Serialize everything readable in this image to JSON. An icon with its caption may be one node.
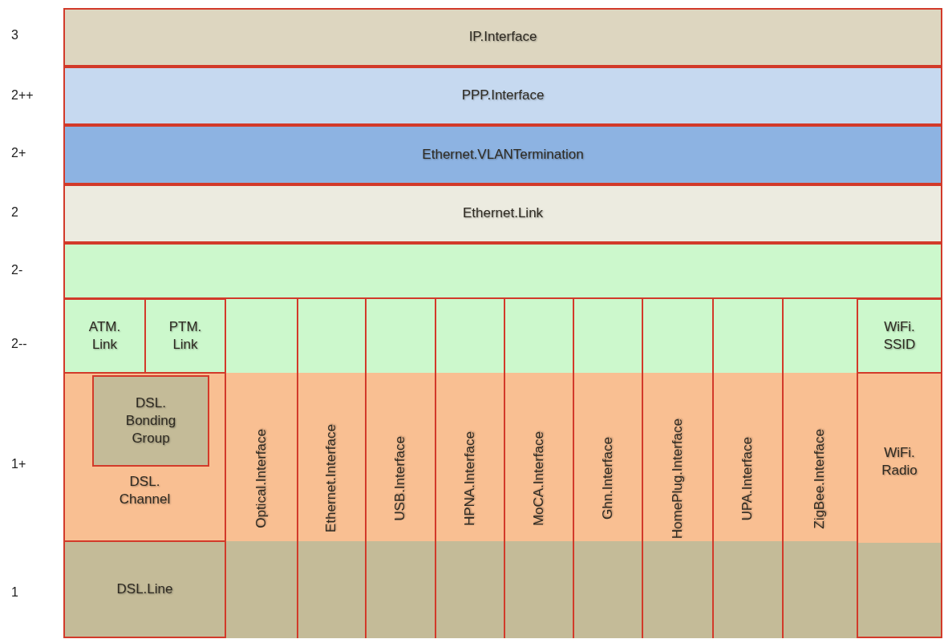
{
  "diagram": {
    "nodes": [
      {
        "text": [
          "IP.Interface"
        ]
      },
      {
        "text": [
          "PPP.Interface"
        ]
      },
      {
        "text": [
          "Ethernet.VLANTermination"
        ]
      },
      {
        "text": [
          "Ethernet.Link"
        ]
      },
      {
        "text": [],
        "shape": "box"
      },
      {
        "text": [
          "ATM. Link"
        ]
      },
      {
        "text": [
          "PTM. Link"
        ]
      },
      {
        "text": [
          "DSL. Channel"
        ]
      },
      {
        "text": [
          "DSL. Bonding Group"
        ],
        "in": 7
      },
      {
        "text": [
          "DSL.Line"
        ]
      },
      {
        "text": [
          "Optical.Interface"
        ]
      },
      {
        "text": [
          "Ethernet.Interface"
        ]
      },
      {
        "text": [
          "USB.Interface"
        ]
      },
      {
        "text": [
          "HPNA.Interface"
        ]
      },
      {
        "text": [
          "MoCA.Interface"
        ]
      },
      {
        "text": [
          "Ghn.Interface"
        ]
      },
      {
        "text": [
          "HomePlug.Interface"
        ]
      },
      {
        "text": [
          "UPA.Interface"
        ]
      },
      {
        "text": [
          "ZigBee.Interface"
        ]
      },
      {
        "text": [
          "WiFi. SSID"
        ]
      },
      {
        "text": [
          "WiFi. Radio"
        ]
      }
    ],
    "labels": [
      "3",
      "2++",
      "2+",
      "2",
      "2-",
      "2--",
      "1+",
      "1"
    ]
  }
}
